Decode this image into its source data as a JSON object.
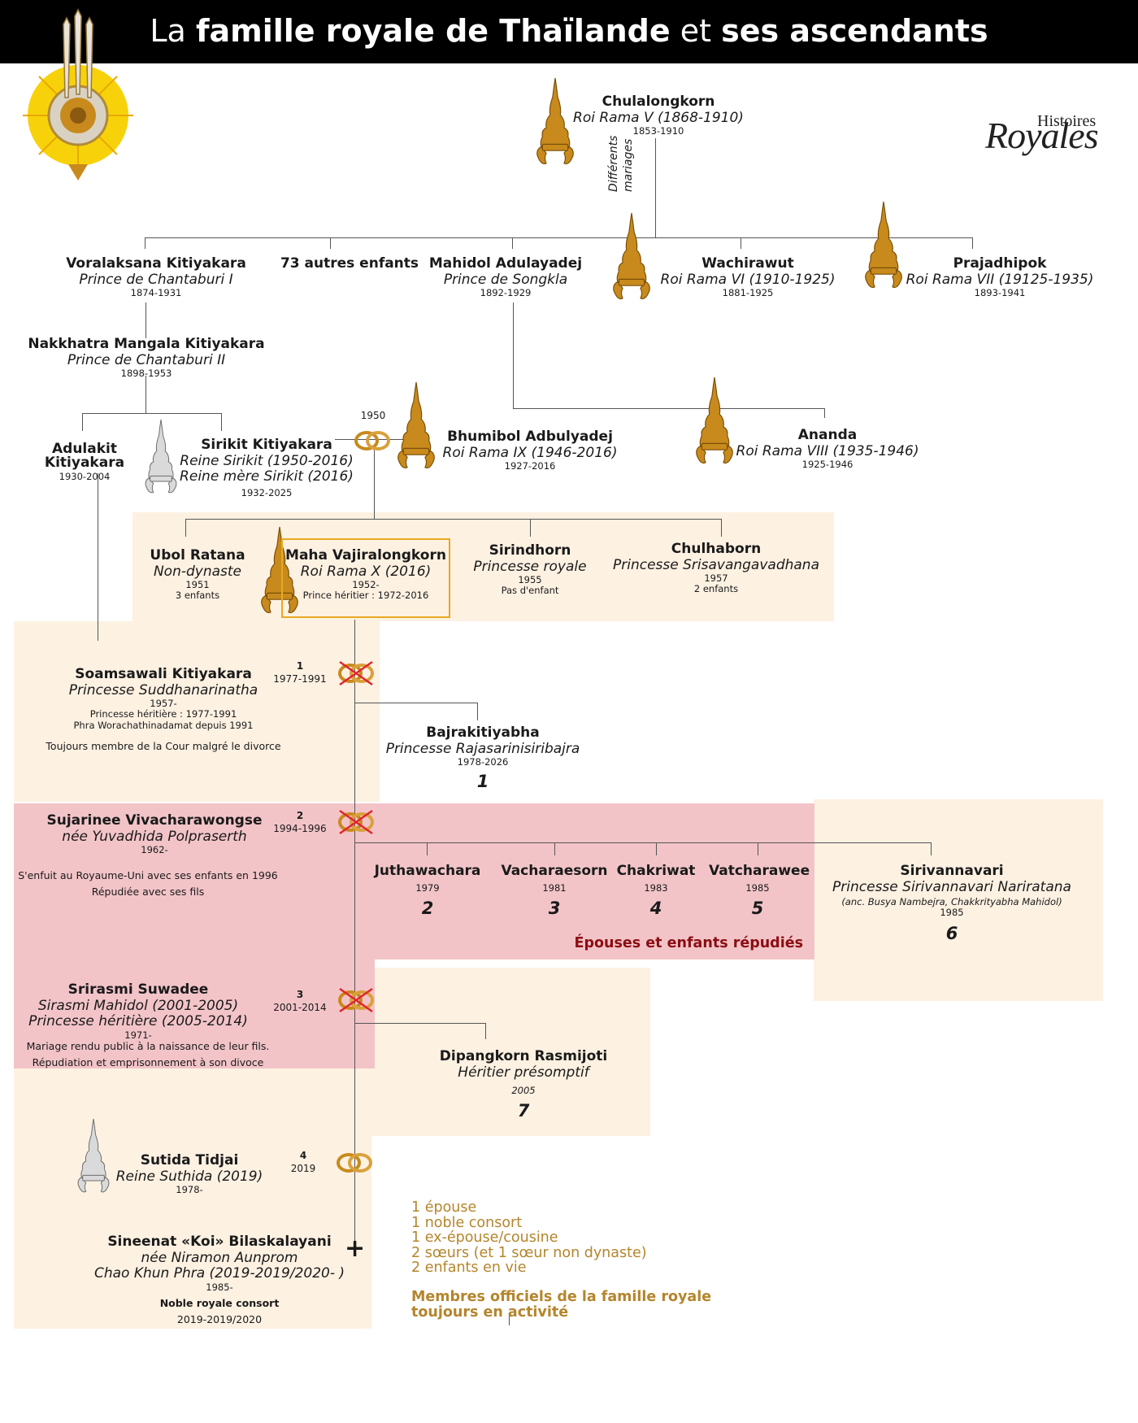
{
  "header": {
    "title_part1": "La",
    "title_part2": "famille royale de Thaïlande",
    "title_part3": "et",
    "title_part4": "ses ascendants"
  },
  "logo": {
    "line1": "Histoires",
    "line2": "Royales"
  },
  "marriages_note": {
    "line1": "Différents",
    "line2": "mariages"
  },
  "people": {
    "chulalongkorn": {
      "name": "Chulalongkorn",
      "title": "Roi Rama V (1868-1910)",
      "dates": "1853-1910"
    },
    "voralaksana": {
      "name": "Voralaksana Kitiyakara",
      "title": "Prince de Chantaburi I",
      "dates": "1874-1931"
    },
    "others": {
      "name": "73 autres enfants"
    },
    "mahidol": {
      "name": "Mahidol Adulayadej",
      "title": "Prince de Songkla",
      "dates": "1892-1929"
    },
    "wachirawut": {
      "name": "Wachirawut",
      "title": "Roi Rama VI (1910-1925)",
      "dates": "1881-1925"
    },
    "prajadhipok": {
      "name": "Prajadhipok",
      "title": "Roi Rama VII (19125-1935)",
      "dates": "1893-1941"
    },
    "nakkhatra": {
      "name": "Nakkhatra Mangala Kitiyakara",
      "title": "Prince de Chantaburi II",
      "dates": "1898-1953"
    },
    "adulakit": {
      "name1": "Adulakit",
      "name2": "Kitiyakara",
      "dates": "1930-2004"
    },
    "sirikit": {
      "name": "Sirikit Kitiyakara",
      "title1": "Reine Sirikit (1950-2016)",
      "title2": "Reine mère Sirikit (2016)",
      "dates": "1932-2025"
    },
    "bhumibol": {
      "name": "Bhumibol Adbulyadej",
      "title": "Roi Rama IX (1946-2016)",
      "dates": "1927-2016"
    },
    "ananda": {
      "name": "Ananda",
      "title": "Roi Rama VIII (1935-1946)",
      "dates": "1925-1946"
    },
    "ubol": {
      "name": "Ubol Ratana",
      "title": "Non-dynaste",
      "dates": "1951",
      "note": "3 enfants"
    },
    "vajiralongkorn": {
      "name": "Maha Vajiralongkorn",
      "title": "Roi Rama X (2016)",
      "dates": "1952-",
      "note": "Prince héritier : 1972-2016"
    },
    "sirindhorn": {
      "name": "Sirindhorn",
      "title": "Princesse royale",
      "dates": "1955",
      "note": "Pas d'enfant"
    },
    "chulhaborn": {
      "name": "Chulhaborn",
      "title": "Princesse Srisavangavadhana",
      "dates": "1957",
      "note": "2 enfants"
    },
    "soamsawali": {
      "name": "Soamsawali Kitiyakara",
      "title": "Princesse Suddhanarinatha",
      "dates": "1957-",
      "note1": "Princesse héritière : 1977-1991",
      "note2": "Phra Worachathinadamat  depuis 1991",
      "note3": "Toujours membre de la Cour malgré le divorce"
    },
    "bajrakitiyabha": {
      "name": "Bajrakitiyabha",
      "title": "Princesse Rajasarinisiribajra",
      "dates": "1978-2026",
      "num": "1"
    },
    "sujarinee": {
      "name": "Sujarinee Vivacharawongse",
      "title": "née Yuvadhida Polpraserth",
      "dates": "1962-",
      "note1": "S'enfuit au Royaume-Uni avec ses enfants en 1996",
      "note2": "Répudiée avec ses fils"
    },
    "juthawachara": {
      "name": "Juthawachara",
      "dates": "1979",
      "num": "2"
    },
    "vacharaesorn": {
      "name": "Vacharaesorn",
      "dates": "1981",
      "num": "3"
    },
    "chakriwat": {
      "name": "Chakriwat",
      "dates": "1983",
      "num": "4"
    },
    "vatcharawee": {
      "name": "Vatcharawee",
      "dates": "1985",
      "num": "5"
    },
    "sirivannavari": {
      "name": "Sirivannavari",
      "title": "Princesse Sirivannavari Nariratana",
      "note": "(anc. Busya Nambejra, Chakkrityabha Mahidol)",
      "dates": "1985",
      "num": "6"
    },
    "srirasmi": {
      "name": "Srirasmi Suwadee",
      "title1": "Sirasmi Mahidol (2001-2005)",
      "title2": "Princesse héritière (2005-2014)",
      "dates": "1971-",
      "note1": "Mariage rendu public à la naissance de leur fils.",
      "note2": "Répudiation et emprisonnement à son divoce"
    },
    "dipangkorn": {
      "name": "Dipangkorn Rasmijoti",
      "title": "Héritier présomptif",
      "dates": "2005",
      "num": "7"
    },
    "sutida": {
      "name": "Sutida Tidjai",
      "title": "Reine Suthida (2019)",
      "dates": "1978-"
    },
    "sineenat": {
      "name": "Sineenat «Koi» Bilaskalayani",
      "title1": "née Niramon Aunprom",
      "title2": "Chao Khun Phra (2019-2019/2020- )",
      "dates": "1985-",
      "note1": "Noble royale consort",
      "note2": "2019-2019/2020"
    }
  },
  "marriages": {
    "m1950": {
      "year": "1950"
    },
    "m1": {
      "num": "1",
      "years": "1977-1991"
    },
    "m2": {
      "num": "2",
      "years": "1994-1996"
    },
    "m3": {
      "num": "3",
      "years": "2001-2014"
    },
    "m4": {
      "num": "4",
      "years": "2019"
    },
    "plus": "+"
  },
  "zones": {
    "repudies_label": "Épouses et enfants répudiés"
  },
  "legend": {
    "lines": [
      "1 épouse",
      "1 noble consort",
      "1 ex-épouse/cousine",
      "2 sœurs (et 1 sœur non dynaste)",
      "2 enfants en vie"
    ],
    "title1": "Membres officiels de la famille royale",
    "title2": "toujours en activité"
  },
  "colors": {
    "cream": "#fdf1e2",
    "pink": "#f2c4c8",
    "gold": "#c88a1c",
    "legend": "#b5852c",
    "repudies": "#8b0d13"
  }
}
